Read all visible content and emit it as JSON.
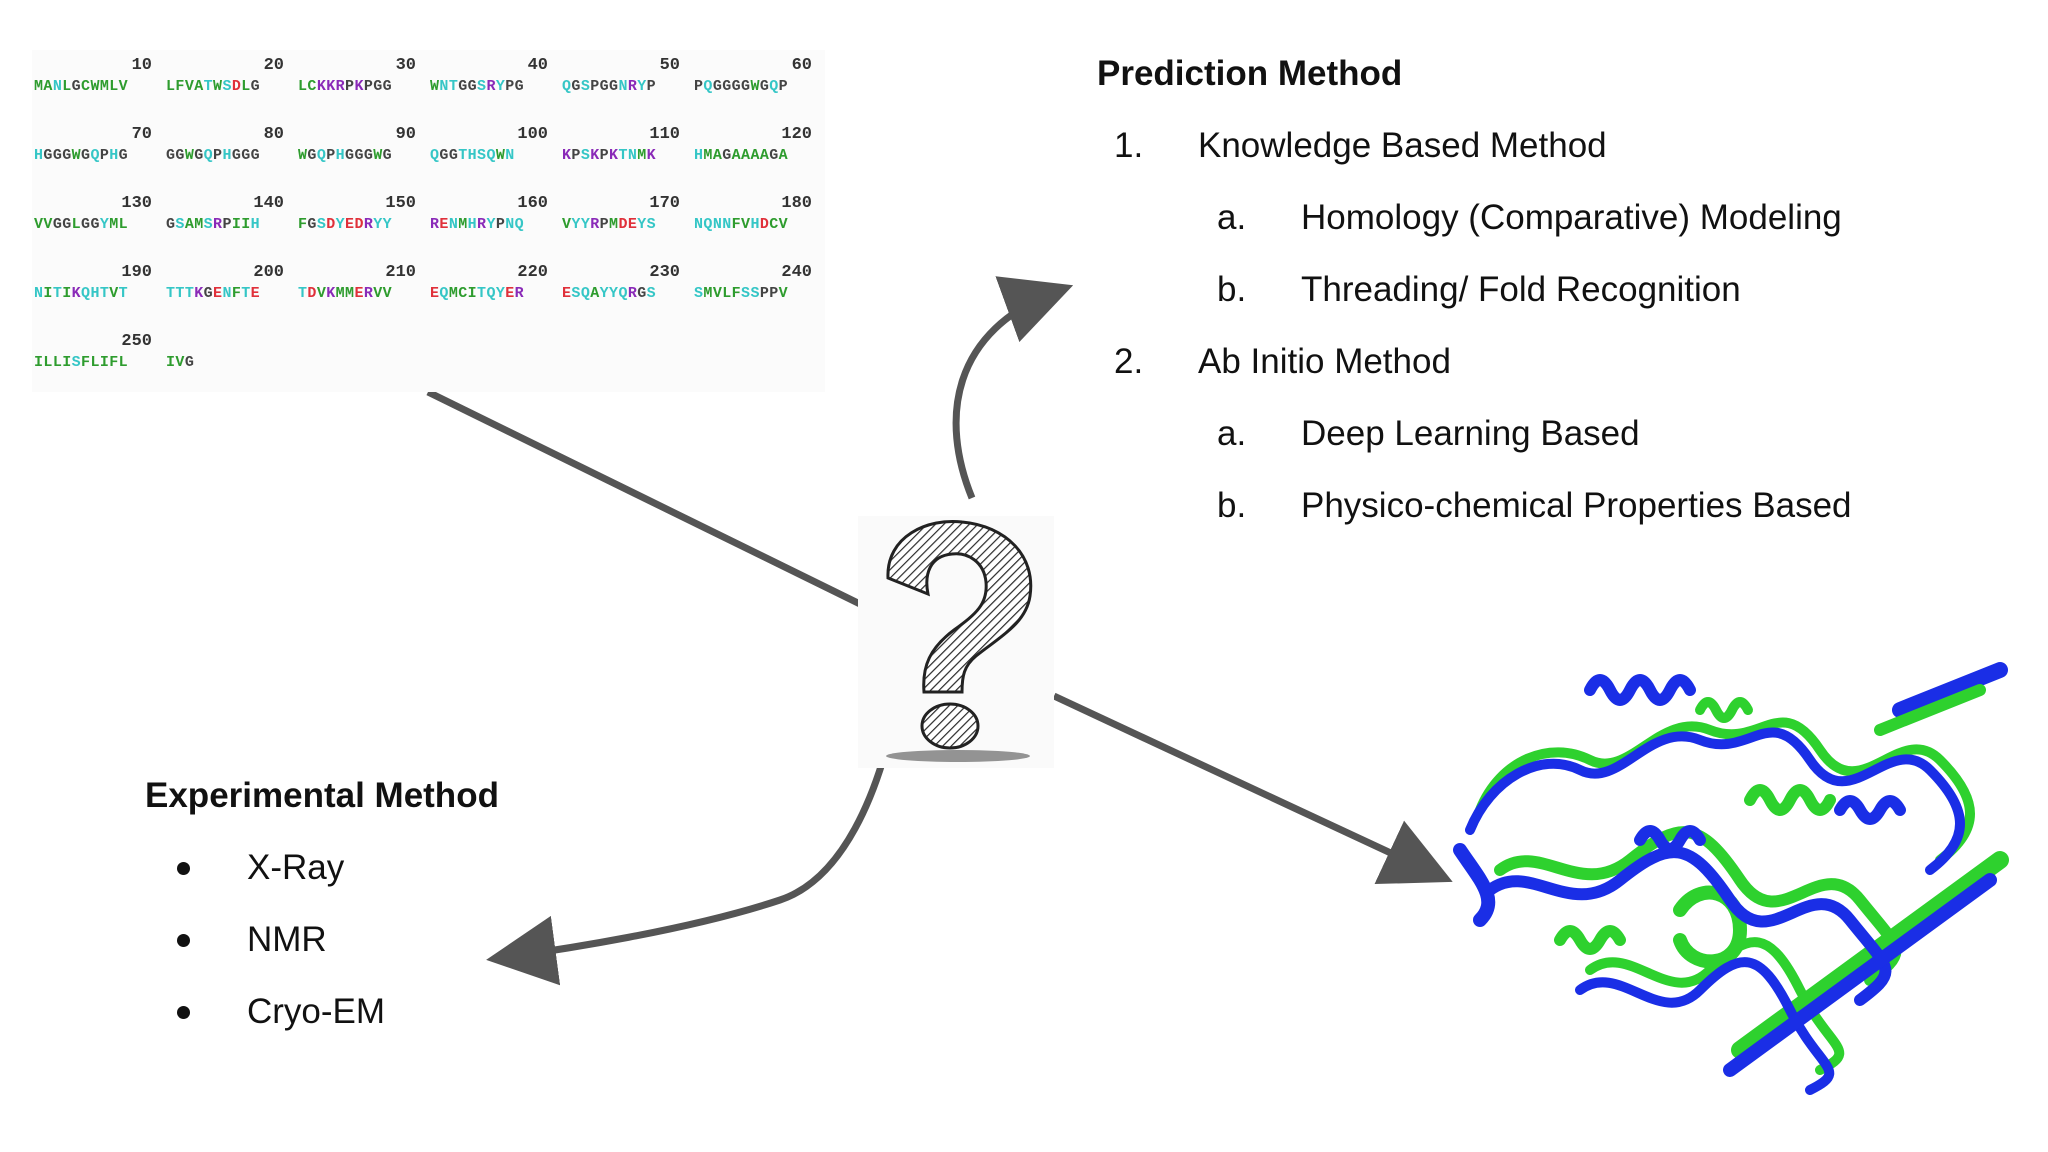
{
  "sequence": {
    "blocks": [
      {
        "numbers": [
          "10",
          "20",
          "30",
          "40",
          "50",
          "60"
        ],
        "groups": [
          "MANLGCWMLV",
          "LFVATWSDLG",
          "LCKKRPKPGG",
          "WNTGGSRYPG",
          "QGSPGGNRYP",
          "PQGGGGWGQP"
        ]
      },
      {
        "numbers": [
          "70",
          "80",
          "90",
          "100",
          "110",
          "120"
        ],
        "groups": [
          "HGGGWGQPHG",
          "GGWGQPHGGG",
          "WGQPHGGGWG",
          "QGGTHSQWN",
          "KPSKPKTNMK",
          "HMAGAAAAGA"
        ]
      },
      {
        "numbers": [
          "130",
          "140",
          "150",
          "160",
          "170",
          "180"
        ],
        "groups": [
          "VVGGLGGYML",
          "GSAMSRPIIH",
          "FGSDYEDRYY",
          "RENMHRYPNQ",
          "VYYRPMDEYS",
          "NQNNFVHDCV"
        ]
      },
      {
        "numbers": [
          "190",
          "200",
          "210",
          "220",
          "230",
          "240"
        ],
        "groups": [
          "NITIKQHTVT",
          "TTTKGENFTE",
          "TDVKMMERVV",
          "EQMCITQYER",
          "ESQAYYQRGS",
          "SMVLFSSPPV"
        ]
      },
      {
        "numbers": [
          "250"
        ],
        "groups": [
          "ILLISFLIFL",
          "IVG"
        ]
      }
    ]
  },
  "prediction": {
    "title": "Prediction Method",
    "items": [
      {
        "marker": "1.",
        "label": "Knowledge Based Method"
      },
      {
        "marker": "a.",
        "label": "Homology (Comparative) Modeling"
      },
      {
        "marker": "b.",
        "label": "Threading/ Fold Recognition"
      },
      {
        "marker": "2.",
        "label": "Ab Initio Method"
      },
      {
        "marker": "a.",
        "label": "Deep Learning Based"
      },
      {
        "marker": "b.",
        "label": "Physico-chemical Properties Based"
      }
    ]
  },
  "experimental": {
    "title": "Experimental Method",
    "items": [
      "X-Ray",
      "NMR",
      "Cryo-EM"
    ]
  },
  "icons": {
    "question": "question-mark-icon",
    "protein": "protein-structure-image",
    "arrow": "arrow-icon"
  },
  "colors": {
    "arrow": "#555555",
    "protein_a": "#1a2ee6",
    "protein_b": "#2ed12e",
    "residue_hydrophobic": "#2e9c2e",
    "residue_polar": "#35c6c6",
    "residue_positive": "#8a2ab8",
    "residue_negative": "#e0303a",
    "residue_special": "#444444"
  }
}
